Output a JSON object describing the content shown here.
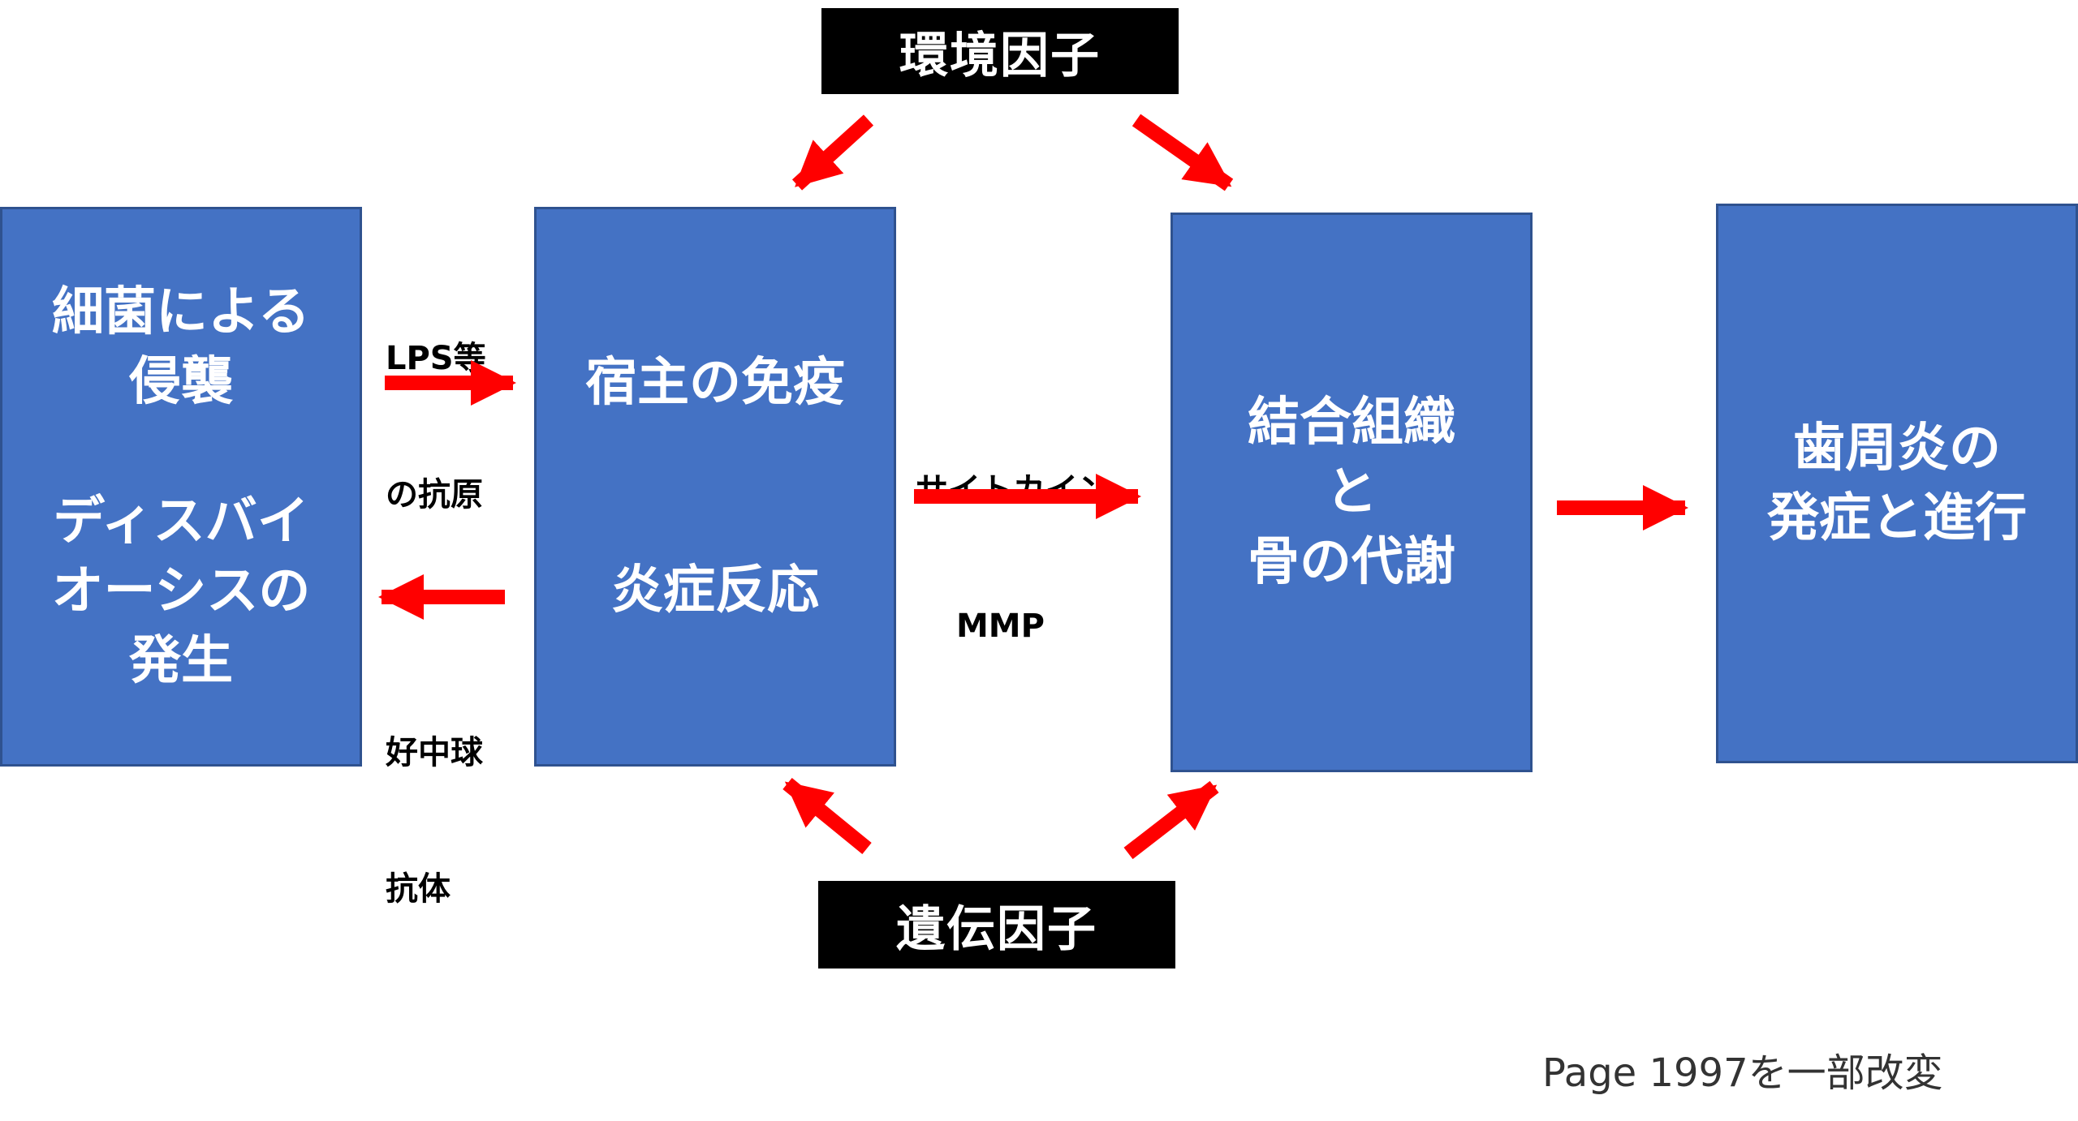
{
  "boxes": {
    "bacteria": {
      "line1": "細菌による",
      "line2": "侵襲",
      "line3": "ディスバイ",
      "line4": "オーシスの",
      "line5": "発生"
    },
    "host": {
      "line1": "宿主の免疫",
      "line2": "炎症反応"
    },
    "tissue": {
      "line1": "結合組織",
      "line2": "と",
      "line3": "骨の代謝"
    },
    "periodontitis": {
      "line1": "歯周炎の",
      "line2": "発症と進行"
    }
  },
  "factors": {
    "environment": "環境因子",
    "genetic": "遺伝因子"
  },
  "labels": {
    "lps_line1": "LPS等",
    "lps_line2": "の抗原",
    "neutro_line1": "好中球",
    "neutro_line2": "抗体",
    "cytokine_line1": "サイトカイン",
    "cytokine_line2": "MMP"
  },
  "footnote": "Page 1997を一部改変",
  "colors": {
    "box_fill": "#4472c4",
    "box_border": "#2f528f",
    "arrow": "#ff0000",
    "factor_fill": "#000000"
  }
}
